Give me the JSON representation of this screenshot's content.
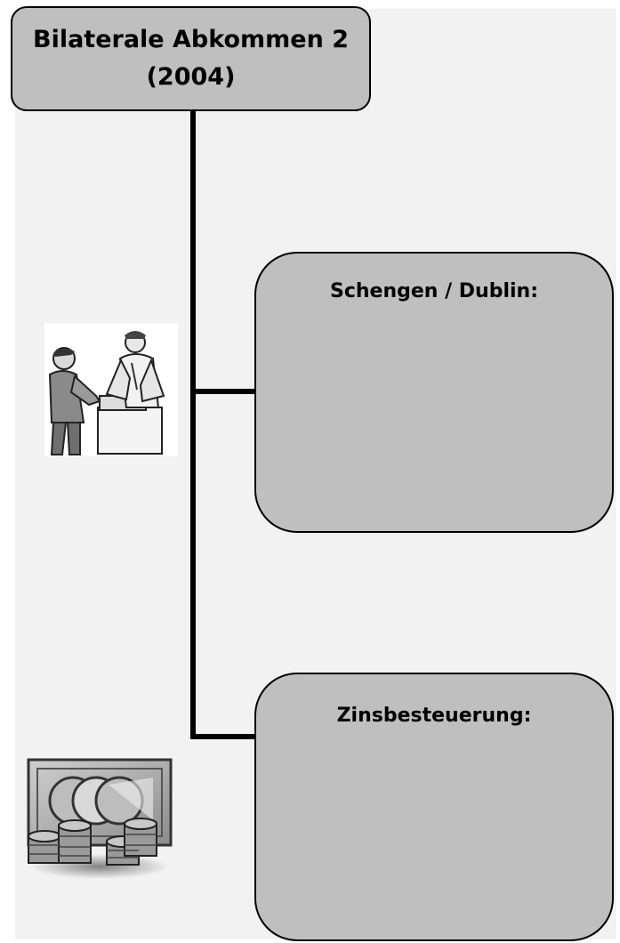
{
  "root": {
    "line1": "Bilaterale Abkommen 2",
    "line2": "(2004)"
  },
  "branches": [
    {
      "label": "Schengen / Dublin:",
      "icon": "border-control-icon"
    },
    {
      "label": "Zinsbesteuerung:",
      "icon": "money-icon"
    }
  ]
}
